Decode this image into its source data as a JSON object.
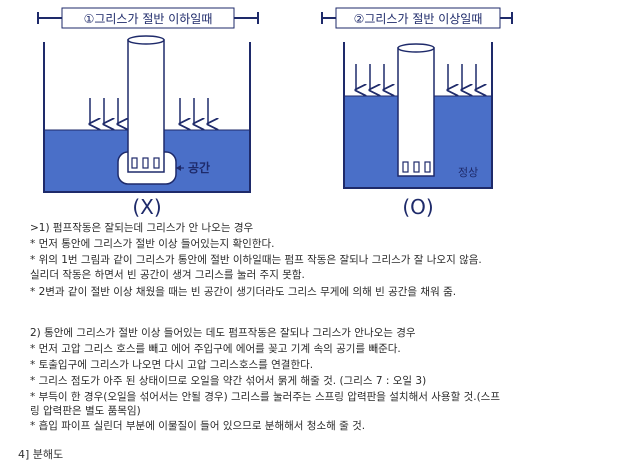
{
  "diagram_left": {
    "title": "①그리스가 절반 이하일때",
    "gap_label": "공간",
    "verdict": "(X)"
  },
  "diagram_right": {
    "title": "②그리스가 절반 이상일때",
    "normal_label": "정상",
    "verdict": "(O)"
  },
  "section1": {
    "heading": ">1) 펌프작동은 잘되는데 그리스가 안 나오는 경우",
    "lines": [
      "* 먼저 통안에 그리스가 절반 이상 들어있는지 확인한다.",
      "* 위의 1번 그림과 같이 그리스가 통안에 절반 이하일때는 펌프 작동은 잘되나 그리스가 잘 나오지 않음.",
      " 실리더 작동은 하면서 빈 공간이 생겨 그리스를 눌러 주지 못함.",
      "* 2변과 같이 절반 이상 채웠을 때는 빈 공간이 생기더라도 그리스 무게에 의해 빈 공간을 채워 줌."
    ]
  },
  "section2": {
    "heading": "2) 통안에 그리스가 절반 이상 들어있는 데도 펌프작동은 잘되나 그리스가 안나오는 경우",
    "lines": [
      "* 먼저 고압 그리스 호스를 빼고 에어 주입구에 에어를 꽂고 기계 속의 공기를 빼준다.",
      "* 토출입구에 그리스가 나오면 다시 고압 그리스호스를 연결한다.",
      "* 그리스 점도가 아주 된 상태이므로 오일을 약간 섞어서 묽게 해줄 것. (그리스 7 : 오일 3)",
      "* 부득이 한 경우(오일을 섞어서는 안될 경우) 그리스를 눌러주는 스프링 압력판을 설치해서 사용할 것.(스프",
      " 링 압력판은 별도 품목임)",
      "* 흡입 파이프 실린더 부분에 이물질이 들어 있으므로 분해해서 청소해 줄 것."
    ]
  },
  "section4": {
    "heading": "4] 분해도"
  },
  "colors": {
    "grease_fill": "#4a6fc8",
    "grease_light": "#8fa9e0",
    "outline": "#1e2a6a",
    "text": "#2a2a2a",
    "section4_text": "#333333"
  }
}
